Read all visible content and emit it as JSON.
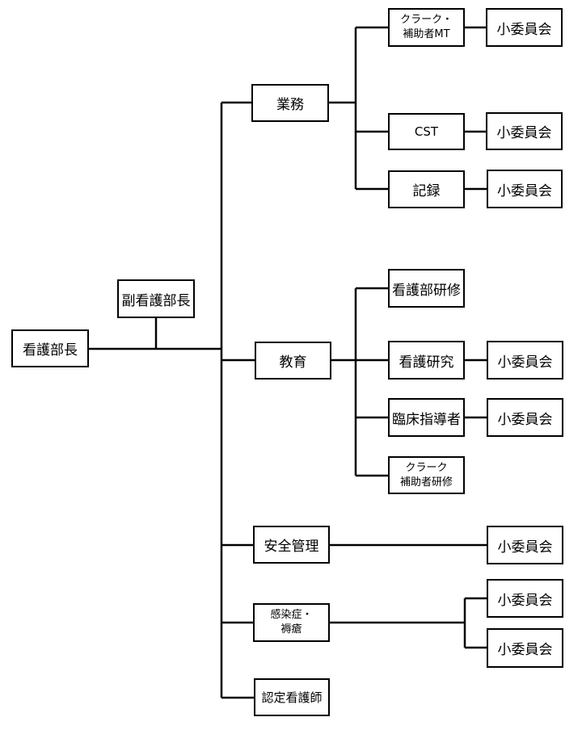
{
  "chart": {
    "director": "看護部長",
    "deputy": "副看護部長",
    "departments": {
      "gyomu": "業務",
      "kyoiku": "教育",
      "anzen": "安全管理",
      "kansen": "感染症・\n褥瘡",
      "nintei": "認定看護師"
    },
    "units": {
      "clerk_mt": "クラーク・\n補助者MT",
      "cst": "CST",
      "kiroku": "記録",
      "kango_kenshu": "看護部研修",
      "kango_kenkyu": "看護研究",
      "rinsho": "臨床指導者",
      "clerk_kenshu": "クラーク\n補助者研修"
    },
    "committee_label": "小委員会"
  }
}
